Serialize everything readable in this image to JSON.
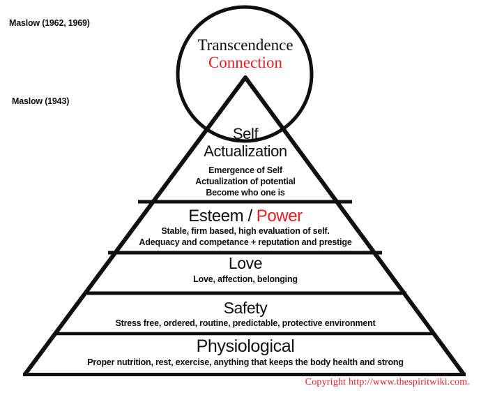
{
  "diagram": {
    "annotations": {
      "maslow_1962": "Maslow (1962, 1969)",
      "maslow_1943": "Maslow (1943)"
    },
    "transcendence": {
      "title": "Transcendence",
      "subtitle": "Connection"
    },
    "levels": {
      "self_actualization": {
        "title_line1": "Self",
        "title_line2": "Actualization",
        "desc1": "Emergence of Self",
        "desc2": "Actualization of potential",
        "desc3": "Become who one is"
      },
      "esteem": {
        "title_black": "Esteem /",
        "title_red": "Power",
        "desc1": "Stable, firm based, high evaluation of self.",
        "desc2": "Adequacy and competance + reputation and prestige"
      },
      "love": {
        "title": "Love",
        "desc": "Love, affection, belonging"
      },
      "safety": {
        "title": "Safety",
        "desc": "Stress free, ordered, routine, predictable, protective environment"
      },
      "physiological": {
        "title": "Physiological",
        "desc": "Proper nutrition, rest, exercise, anything that keeps the body health and strong"
      }
    },
    "copyright": "Copyright http://www.thespiritwiki.com.",
    "colors": {
      "accent_red": "#ed1c24",
      "line_black": "#0f0f0f",
      "background": "#ffffff"
    }
  }
}
